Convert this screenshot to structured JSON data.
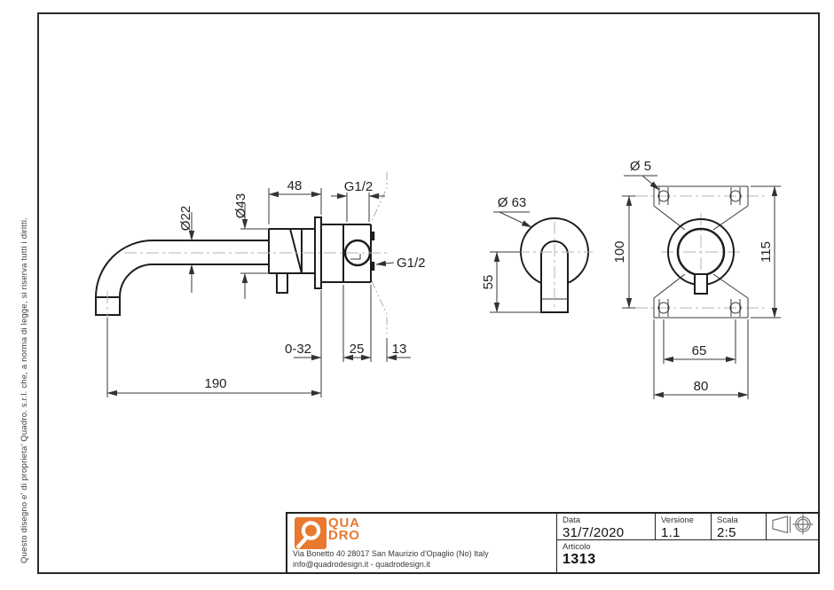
{
  "meta": {
    "accent_color": "#e8792e",
    "line_color": "#1d1d1d",
    "sheet_bg": "#ffffff"
  },
  "border_note": "Questo disegno e' di proprieta' Quadro. s.r.l. che, a norma di legge, si riserva tutti i diritti.",
  "views": {
    "side": {
      "dim_48": "48",
      "dim_g12_top": "G1/2",
      "dim_g12_side": "G1/2",
      "dim_d22": "Ø22",
      "dim_d43": "Ø43",
      "dim_range": "0-32",
      "dim_25": "25",
      "dim_13": "13",
      "dim_190": "190"
    },
    "spout_front": {
      "dim_d63": "Ø 63",
      "dim_55": "55",
      "dim_100": "100"
    },
    "valve_front": {
      "dim_d5": "Ø 5",
      "dim_115": "115",
      "dim_65": "65",
      "dim_80": "80"
    }
  },
  "title_block": {
    "logo_line1": "QUA",
    "logo_line2": "DRO",
    "address": "Via Bonetto 40  28017 San Maurizio d'Opaglio (No) Italy",
    "contact": "info@quadrodesign.it  -  quadrodesign.it",
    "data_label": "Data",
    "data_value": "31/7/2020",
    "versione_label": "Versione",
    "versione_value": "1.1",
    "scala_label": "Scala",
    "scala_value": "2:5",
    "articolo_label": "Articolo",
    "articolo_value": "1313"
  }
}
